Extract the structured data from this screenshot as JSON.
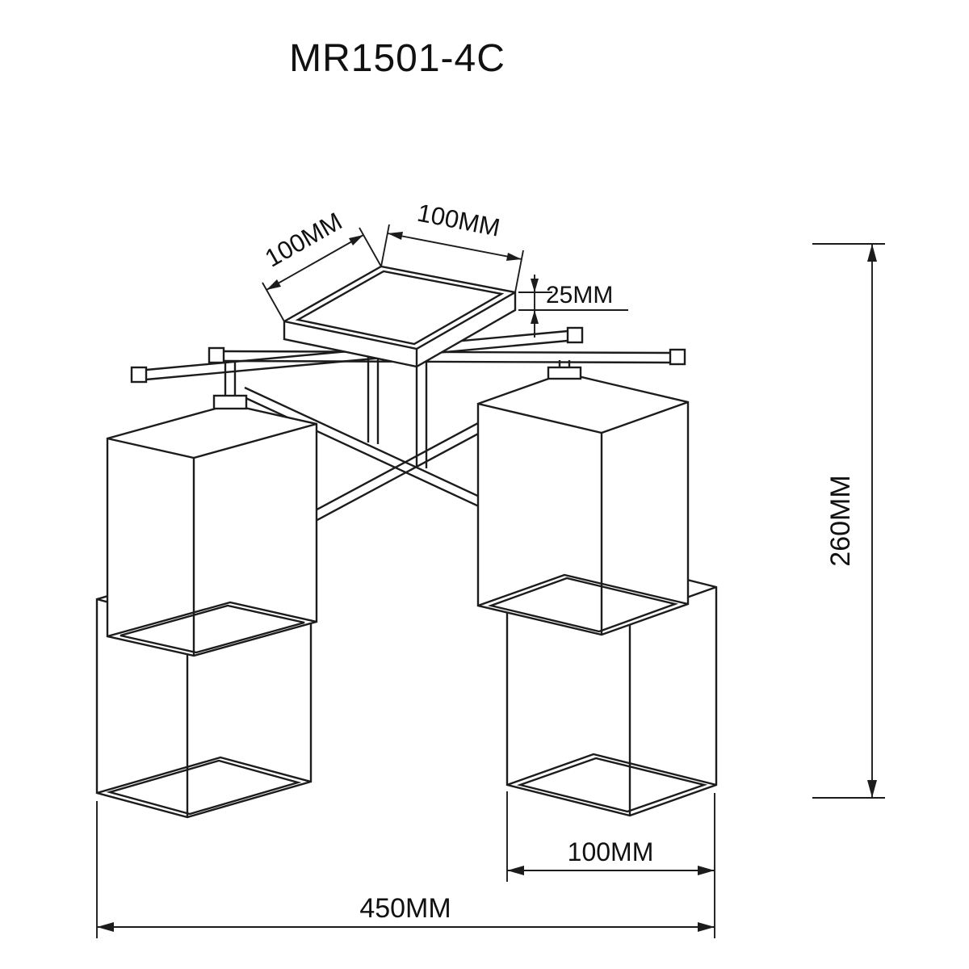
{
  "title": "MR1501-4C",
  "dimensions": {
    "canopy_edge_left": "100MM",
    "canopy_edge_right": "100MM",
    "canopy_thickness": "25MM",
    "fixture_height": "260MM",
    "shade_width": "100MM",
    "overall_width": "450MM"
  },
  "colors": {
    "line": "#1c1c1c",
    "background": "#ffffff"
  }
}
